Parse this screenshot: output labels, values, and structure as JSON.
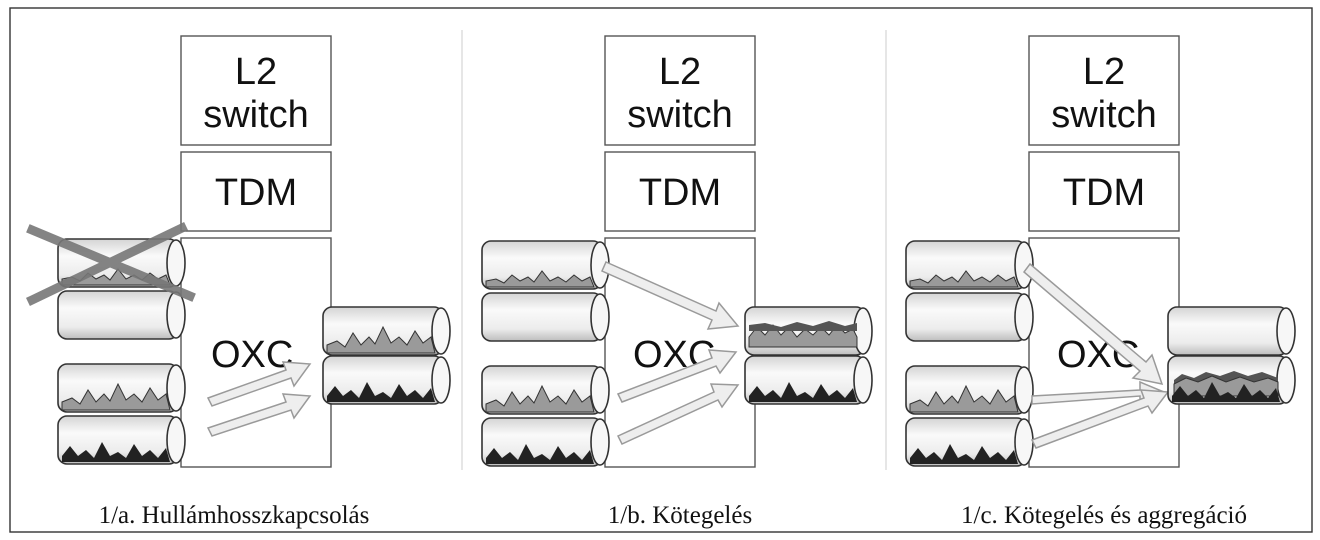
{
  "panels": [
    {
      "id": "a",
      "l2_line1": "L2",
      "l2_line2": "switch",
      "tdm": "TDM",
      "oxc": "OXC",
      "caption": "1/a. Hullámhosszkapcsolás"
    },
    {
      "id": "b",
      "l2_line1": "L2",
      "l2_line2": "switch",
      "tdm": "TDM",
      "oxc": "OXC",
      "caption": "1/b. Kötegelés"
    },
    {
      "id": "c",
      "l2_line1": "L2",
      "l2_line2": "switch",
      "tdm": "TDM",
      "oxc": "OXC",
      "caption": "1/c. Kötegelés és aggregáció"
    }
  ],
  "colors": {
    "frame": "#333333",
    "box_border": "#555555",
    "pipe_fill_light": "#f4f4f4",
    "pipe_fill_dark": "#cfcfcf",
    "traffic_gray": "#9a9a9a",
    "traffic_black": "#222222",
    "arrow_fill": "#eeeeee",
    "arrow_stroke": "#9a9a9a",
    "cross": "#777777",
    "divider": "#dddddd"
  }
}
